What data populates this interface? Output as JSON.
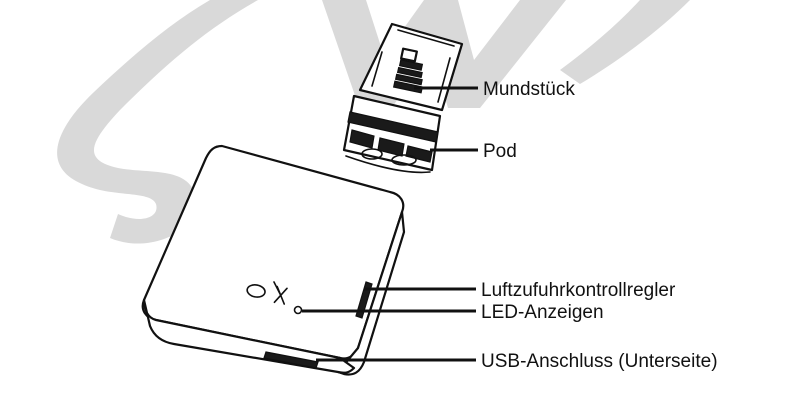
{
  "watermark": "SW",
  "colors": {
    "line": "#111111",
    "watermark": "#d9d9d9",
    "background": "#ffffff"
  },
  "labels": {
    "mouthpiece": "Mundstück",
    "pod": "Pod",
    "airflow": "Luftzufuhrkontrollregler",
    "led": "LED-Anzeigen",
    "usb": "USB-Anschluss (Unterseite)"
  },
  "icons": {
    "device_logo": "ok-logo-icon"
  }
}
